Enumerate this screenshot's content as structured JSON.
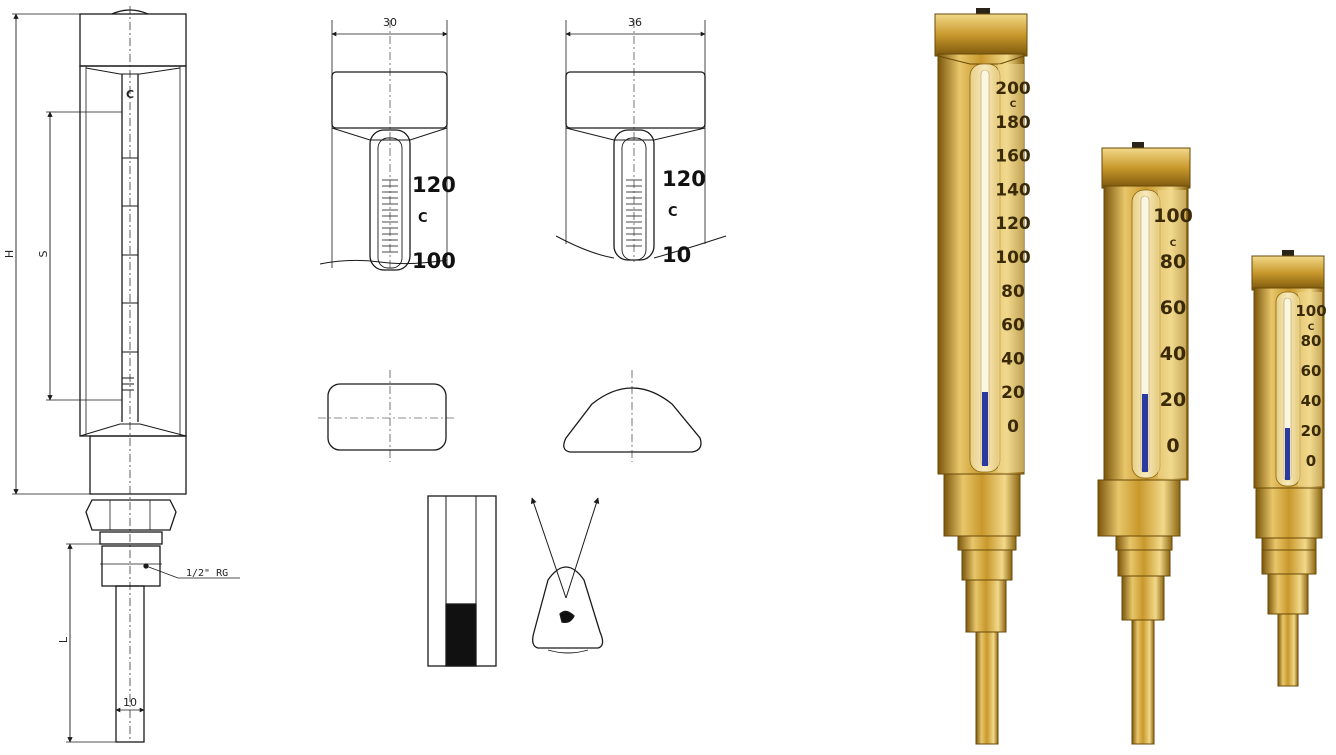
{
  "drawing": {
    "height_label": "H",
    "scale_label": "S",
    "length_label": "L",
    "thread_label": "1/2\" RG",
    "stem_diameter": "10",
    "unit_letter": "C",
    "width_straight": "30",
    "width_angled": "36",
    "detail_unit": "C",
    "detail_upper_value": "120",
    "detail_lower_value": "100",
    "detail_lower_value_cut": "10"
  },
  "products": [
    {
      "unit": "C",
      "scale": [
        "200",
        "180",
        "160",
        "140",
        "120",
        "100",
        "80",
        "60",
        "40",
        "20",
        "0"
      ]
    },
    {
      "unit": "C",
      "scale": [
        "100",
        "80",
        "60",
        "40",
        "20",
        "0"
      ]
    },
    {
      "unit": "C",
      "scale": [
        "100",
        "80",
        "60",
        "40",
        "20",
        "0"
      ]
    }
  ],
  "colors": {
    "line": "#1a1a1a",
    "gold_dark": "#8a6410",
    "gold_mid": "#c89a2e",
    "gold_light": "#f0d27a",
    "scale_plate": "#f3e2a8",
    "liquid": "#2a3aa0"
  }
}
